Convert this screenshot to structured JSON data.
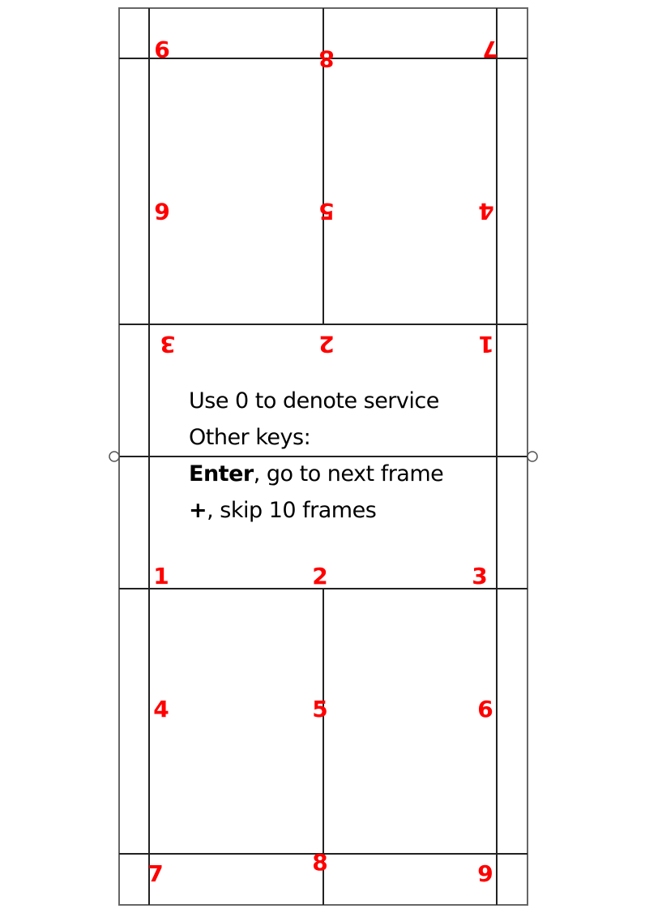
{
  "court": {
    "line_color": "#222222",
    "outer_border_color": "#555555",
    "label_color": "#ff0000"
  },
  "top_half": {
    "orientation": "rotated-180",
    "labels": {
      "back_row": [
        "9",
        "8",
        "7"
      ],
      "middle_row": [
        "6",
        "5",
        "4"
      ],
      "front_row": [
        "3",
        "2",
        "1"
      ]
    }
  },
  "bottom_half": {
    "orientation": "upright",
    "labels": {
      "front_row": [
        "1",
        "2",
        "3"
      ],
      "middle_row": [
        "4",
        "5",
        "6"
      ],
      "back_row": [
        "7",
        "8",
        "9"
      ]
    }
  },
  "instructions": {
    "line1": "Use 0 to denote service",
    "line2": "Other keys:",
    "line3_key": "Enter",
    "line3_rest": ", go to next frame",
    "line4_key": "+",
    "line4_rest": ", skip 10 frames"
  }
}
